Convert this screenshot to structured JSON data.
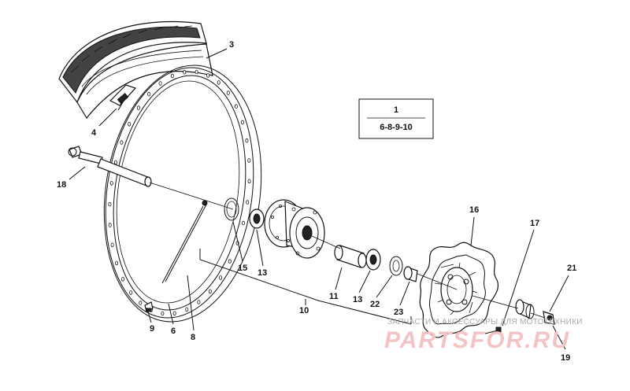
{
  "callouts": {
    "c1": "1",
    "c1_sub": "6-8-9-10",
    "c3": "3",
    "c4": "4",
    "c6": "6",
    "c8": "8",
    "c9": "9",
    "c10": "10",
    "c11": "11",
    "c13a": "13",
    "c13b": "13",
    "c15": "15",
    "c16": "16",
    "c17": "17",
    "c18": "18",
    "c19": "19",
    "c21": "21",
    "c22": "22",
    "c23": "23"
  },
  "watermark": {
    "caption": "ЗАПЧАСТИ И АКСЕССУАРЫ ДЛЯ МОТОТЕХНИКИ",
    "brand": "PARTSFOR.RU"
  }
}
